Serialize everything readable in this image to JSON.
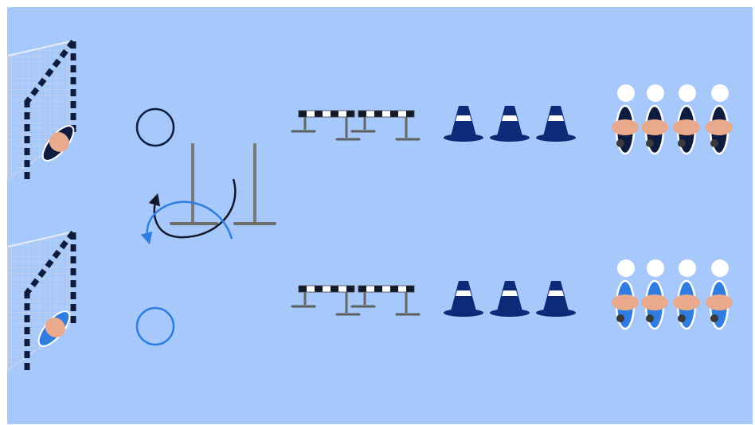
{
  "colors": {
    "field": "#a6c8fb",
    "team_dark": "#0d1b3e",
    "team_blue": "#2f7de0",
    "skin": "#e8a98c",
    "cone": "#0c2a78",
    "pole": "#7a7a7a",
    "arrow_dark": "#111827",
    "arrow_blue": "#2f7de0"
  },
  "lanes": [
    {
      "team": "dark",
      "goalkeeper": "goalkeeper-dark",
      "start_marker": "circle-marker-dark",
      "hurdles": 2,
      "cones": 3,
      "players_waiting": 4
    },
    {
      "team": "blue",
      "goalkeeper": "goalkeeper-blue",
      "start_marker": "circle-marker-blue",
      "hurdles": 2,
      "cones": 3,
      "players_waiting": 4
    }
  ],
  "poles": 2,
  "rotation_arrows": [
    "arrow-dark",
    "arrow-blue"
  ]
}
